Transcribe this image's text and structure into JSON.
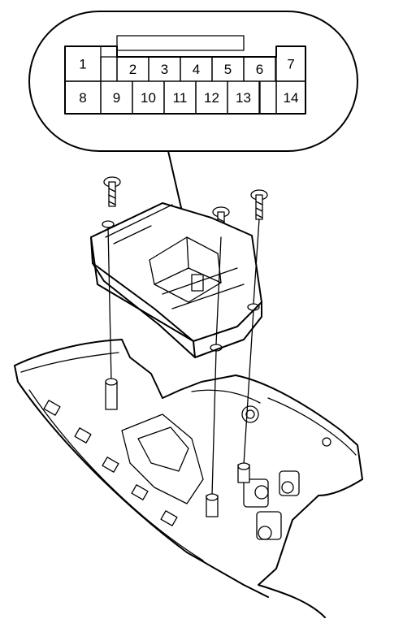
{
  "connector": {
    "pins": [
      {
        "n": "1",
        "row": 0,
        "col": 0,
        "wide": true
      },
      {
        "n": "2",
        "row": 0,
        "col": 2
      },
      {
        "n": "3",
        "row": 0,
        "col": 3
      },
      {
        "n": "4",
        "row": 0,
        "col": 4
      },
      {
        "n": "5",
        "row": 0,
        "col": 5
      },
      {
        "n": "6",
        "row": 0,
        "col": 6
      },
      {
        "n": "7",
        "row": 0,
        "col": 7,
        "wide": true
      },
      {
        "n": "8",
        "row": 1,
        "col": 0,
        "wide": true
      },
      {
        "n": "9",
        "row": 1,
        "col": 1
      },
      {
        "n": "10",
        "row": 1,
        "col": 2
      },
      {
        "n": "11",
        "row": 1,
        "col": 3
      },
      {
        "n": "12",
        "row": 1,
        "col": 4
      },
      {
        "n": "13",
        "row": 1,
        "col": 5
      },
      {
        "n": "14",
        "row": 1,
        "col": 7,
        "wide": true
      }
    ]
  }
}
